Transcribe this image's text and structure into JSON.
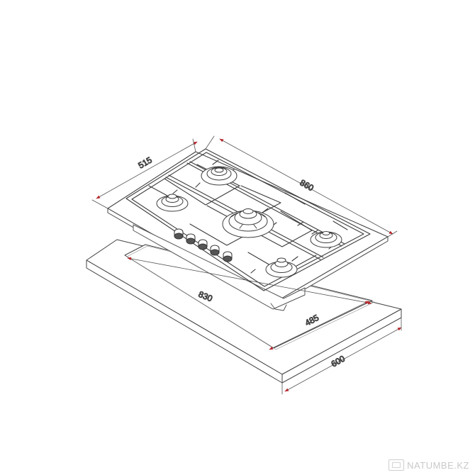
{
  "dimensions": {
    "hob_depth": "515",
    "hob_width": "860",
    "cutout_width": "830",
    "cutout_depth": "485",
    "counter_depth": "600"
  },
  "watermark": {
    "text": "NATUMBE.KZ"
  },
  "colors": {
    "dimension_arrow": "#b8262b",
    "line": "#444444",
    "dim_text": "#555555"
  }
}
